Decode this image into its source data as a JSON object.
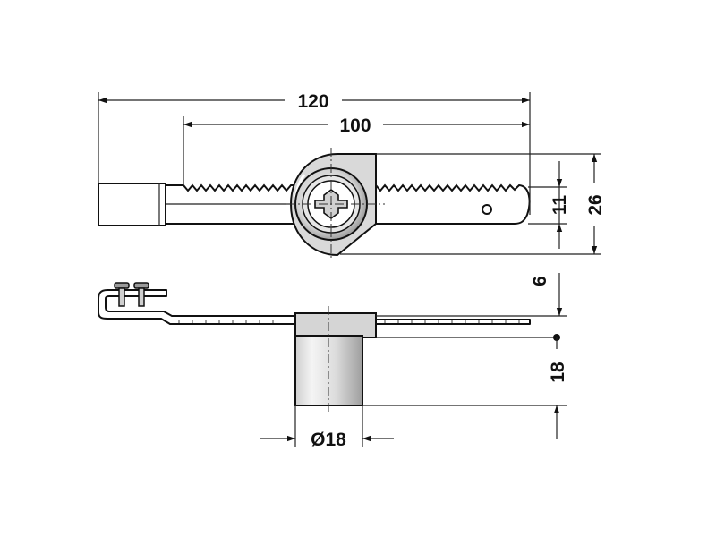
{
  "colors": {
    "line": "#111111",
    "shade": "#d9d9d9",
    "shade_dark": "#9a9a9a",
    "background": "#ffffff"
  },
  "dimensions": {
    "overall_length": "120",
    "rack_length": "100",
    "bar_height": "11",
    "housing_height": "26",
    "strip_thickness": "6",
    "cylinder_height": "18",
    "cylinder_diameter": "Ø18"
  }
}
